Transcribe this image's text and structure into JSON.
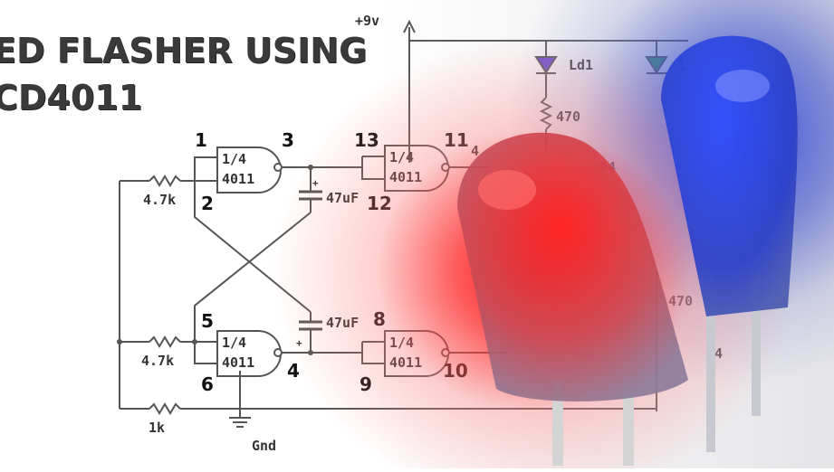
{
  "title": {
    "line1": "ED FLASHER USING",
    "line2": "CD4011"
  },
  "supply_label": "+9v",
  "ground_label": "Gnd",
  "gate_label": {
    "top": "1/4",
    "bottom": "4011"
  },
  "resistors": {
    "r_top": "4.7k",
    "r_mid": "4.7k",
    "r_bot": "1k",
    "r_led1": "470",
    "r_led2": "470"
  },
  "capacitors": {
    "c_top": "47uF",
    "c_bot": "47uF"
  },
  "leds": {
    "ld1": "Ld1",
    "ld2": "L"
  },
  "transistor_labels": {
    "t1": "04",
    "t2": "04"
  },
  "partial_text": "4",
  "pins": {
    "p1": "1",
    "p2": "2",
    "p3": "3",
    "p4": "4",
    "p5": "5",
    "p6": "6",
    "p8": "8",
    "p9": "9",
    "p10": "10",
    "p11": "11",
    "p12": "12",
    "p13": "13"
  }
}
